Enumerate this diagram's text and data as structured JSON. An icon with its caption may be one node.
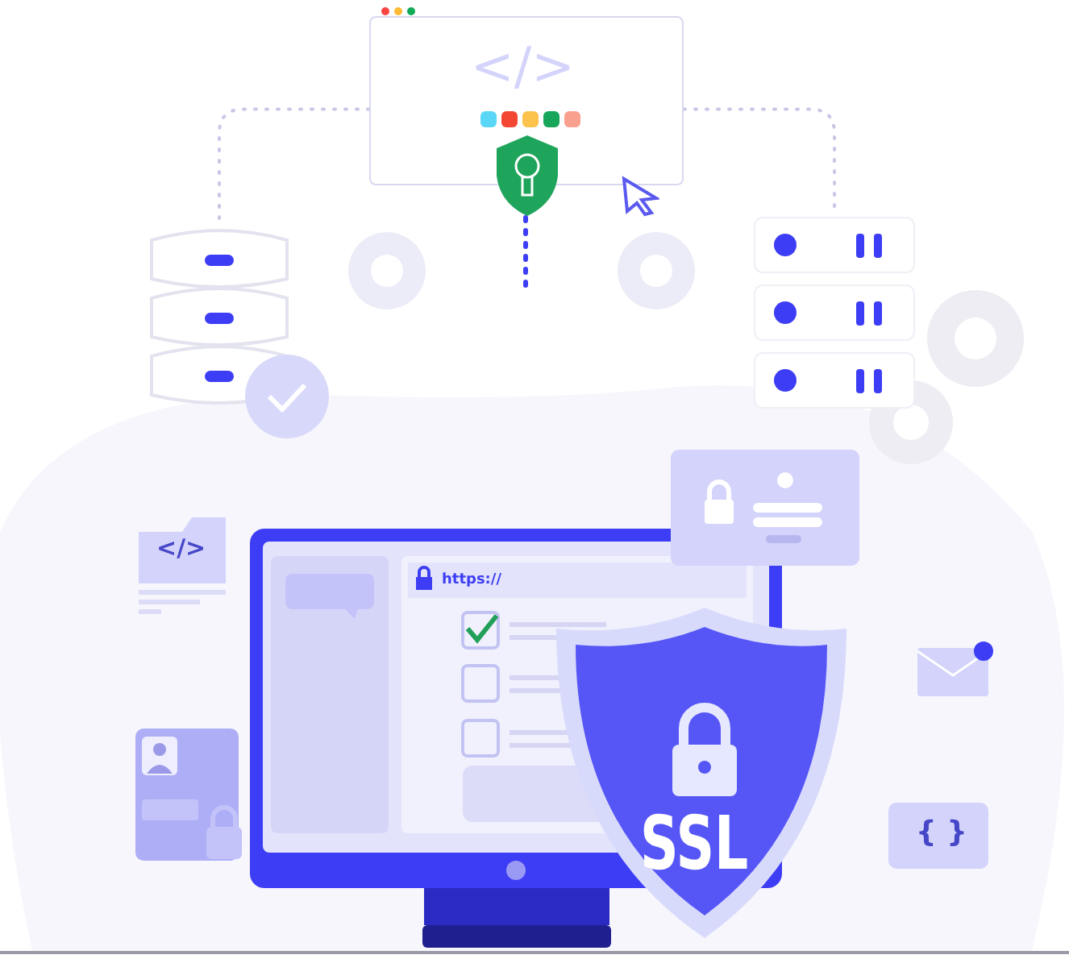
{
  "diagram": {
    "nodes": [
      {
        "text": [
          "</>"
        ]
      },
      {
        "text": [],
        "shape": "cylinder"
      },
      {
        "text": [],
        "shape": "box"
      }
    ],
    "edges": [
      {
        "from": 0,
        "to": 1,
        "arrow": "none",
        "style": "dashed"
      },
      {
        "from": 0,
        "to": 2,
        "arrow": "none",
        "style": "dashed"
      }
    ],
    "labels": [
      "</>",
      "https://",
      "{ }",
      "SSL"
    ]
  }
}
